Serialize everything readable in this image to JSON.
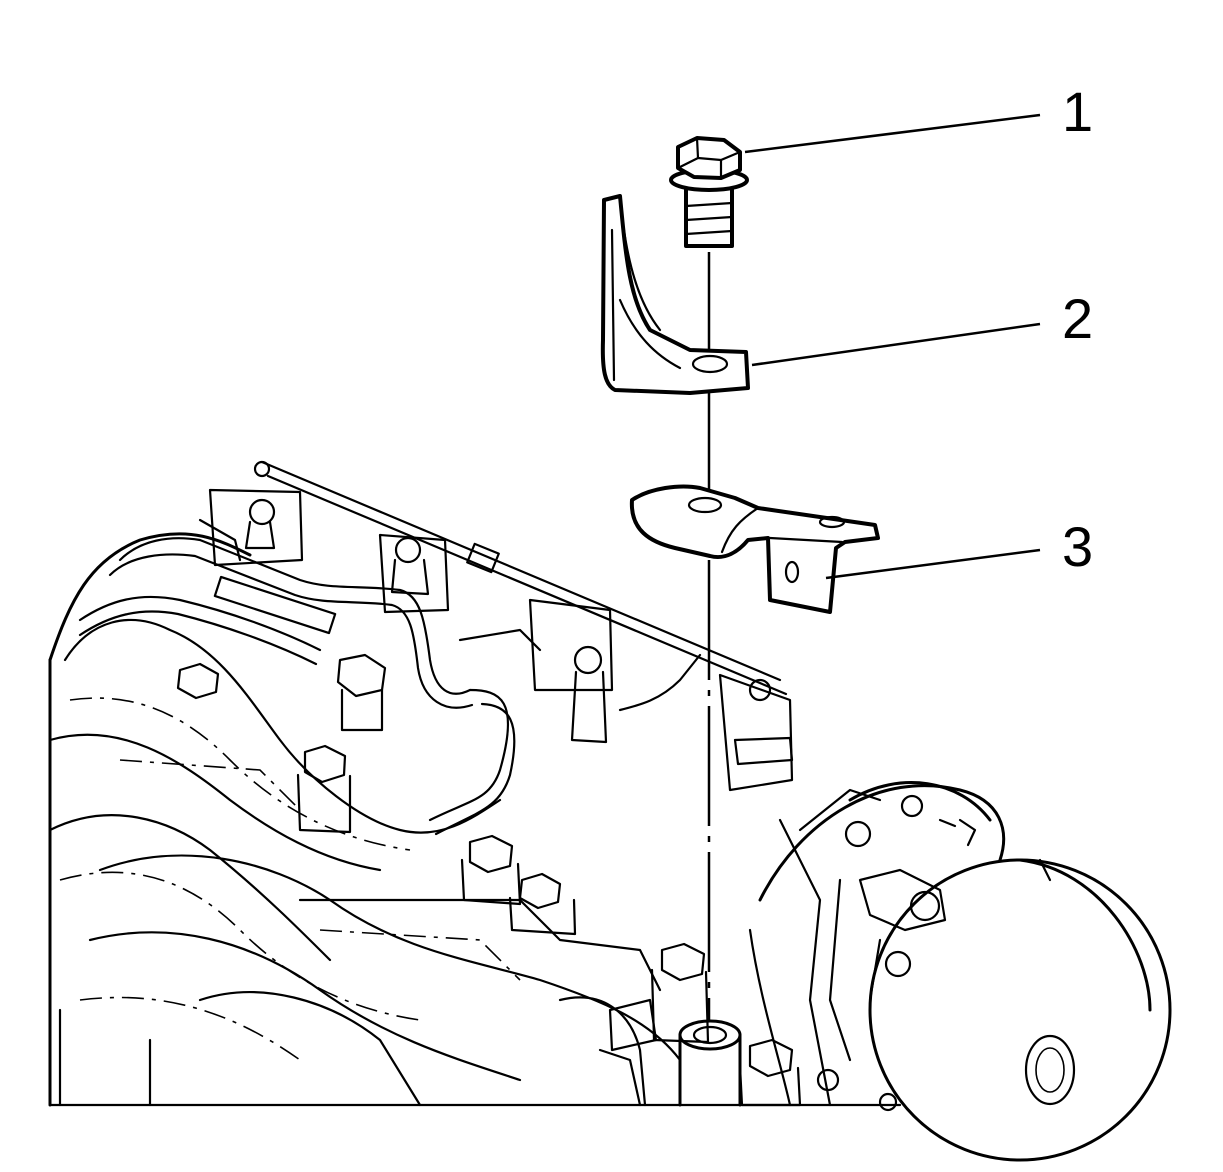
{
  "callouts": [
    {
      "id": "bolt",
      "label": "1"
    },
    {
      "id": "bracket",
      "label": "2"
    },
    {
      "id": "mount",
      "label": "3"
    }
  ],
  "colors": {
    "line": "#000000",
    "background": "#ffffff"
  }
}
